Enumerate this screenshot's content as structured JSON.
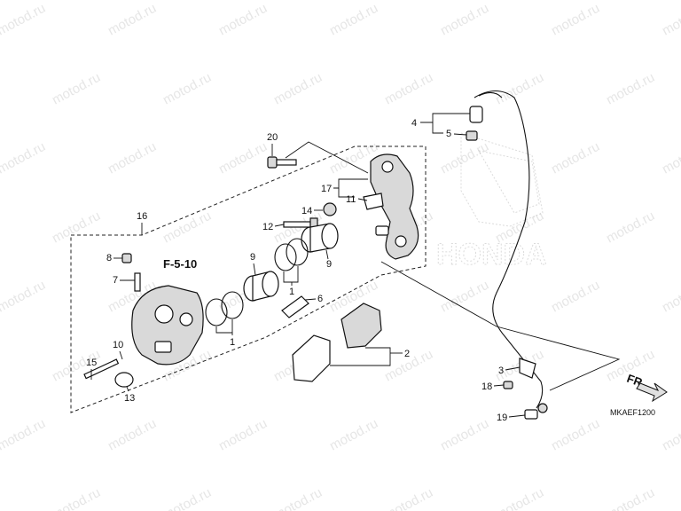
{
  "watermark": {
    "text": "motod.ru"
  },
  "brand": {
    "text": "HONDA"
  },
  "diagram": {
    "ref_label": "F-5-10",
    "code": "MKAEF1200",
    "direction_label": "FR.",
    "callouts": [
      {
        "id": "c1a",
        "label": "1"
      },
      {
        "id": "c1b",
        "label": "1"
      },
      {
        "id": "c2",
        "label": "2"
      },
      {
        "id": "c3",
        "label": "3"
      },
      {
        "id": "c4",
        "label": "4"
      },
      {
        "id": "c5",
        "label": "5"
      },
      {
        "id": "c6",
        "label": "6"
      },
      {
        "id": "c7",
        "label": "7"
      },
      {
        "id": "c8",
        "label": "8"
      },
      {
        "id": "c9a",
        "label": "9"
      },
      {
        "id": "c9b",
        "label": "9"
      },
      {
        "id": "c10",
        "label": "10"
      },
      {
        "id": "c11",
        "label": "11"
      },
      {
        "id": "c12",
        "label": "12"
      },
      {
        "id": "c13",
        "label": "13"
      },
      {
        "id": "c14",
        "label": "14"
      },
      {
        "id": "c15",
        "label": "15"
      },
      {
        "id": "c16",
        "label": "16"
      },
      {
        "id": "c17",
        "label": "17"
      },
      {
        "id": "c18",
        "label": "18"
      },
      {
        "id": "c19",
        "label": "19"
      },
      {
        "id": "c20",
        "label": "20"
      }
    ]
  }
}
